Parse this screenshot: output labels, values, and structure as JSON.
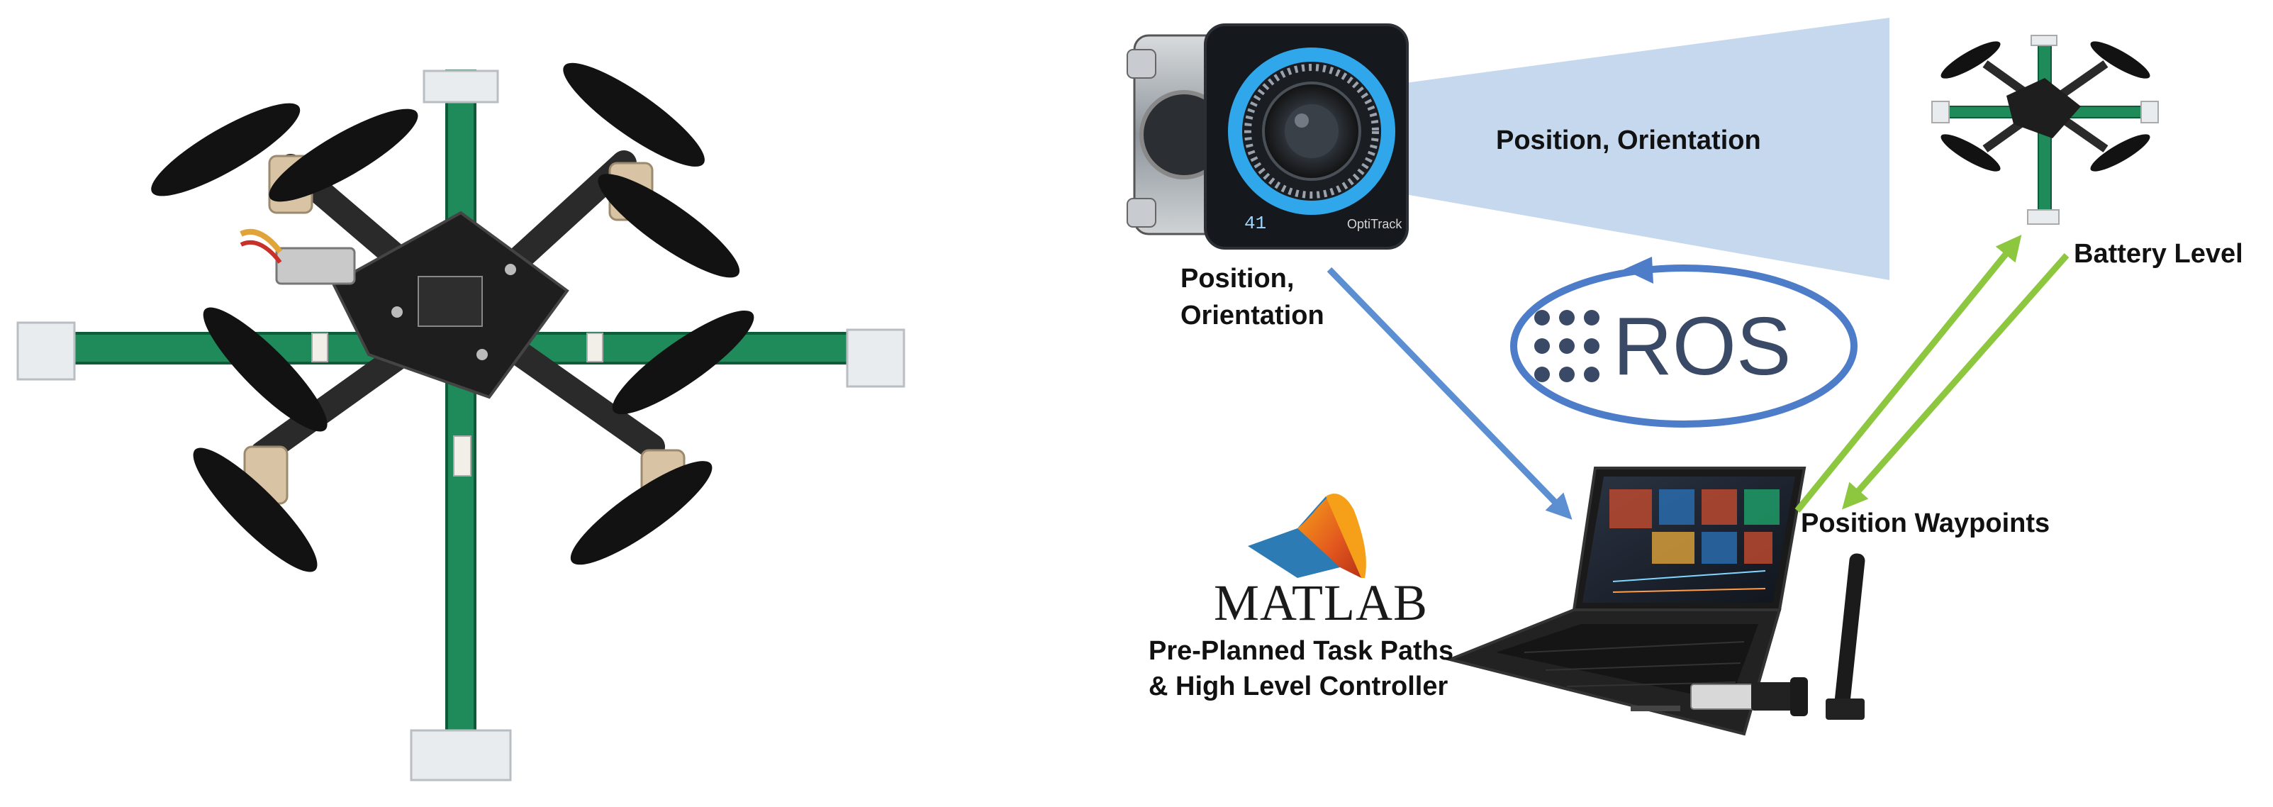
{
  "labels": {
    "camera_beam": "Position, Orientation",
    "camera_output_line1": "Position,",
    "camera_output_line2": "Orientation",
    "battery": "Battery Level",
    "waypoints": "Position Waypoints",
    "matlab_line1": "Pre-Planned Task Paths",
    "matlab_line2": "& High Level Controller"
  },
  "logos": {
    "ros": "ROS",
    "matlab": "MATLAB",
    "camera_display": "41",
    "camera_brand": "OptiTrack"
  },
  "colors": {
    "blue_arrow": "#5b8fd2",
    "green_arrow": "#8dc63f",
    "ros_ring": "#4d7cc9",
    "ros_text": "#3a4a66",
    "beam": "#c5d8ee",
    "pcb_green": "#1f8a5a",
    "camera_ring": "#2fa7ea"
  },
  "icons": [
    "quadcopter-photo",
    "optitrack-camera-icon",
    "small-quadcopter-icon",
    "laptop-icon",
    "usb-radio-dongle-icon",
    "matlab-logo-icon",
    "ros-logo-icon"
  ]
}
